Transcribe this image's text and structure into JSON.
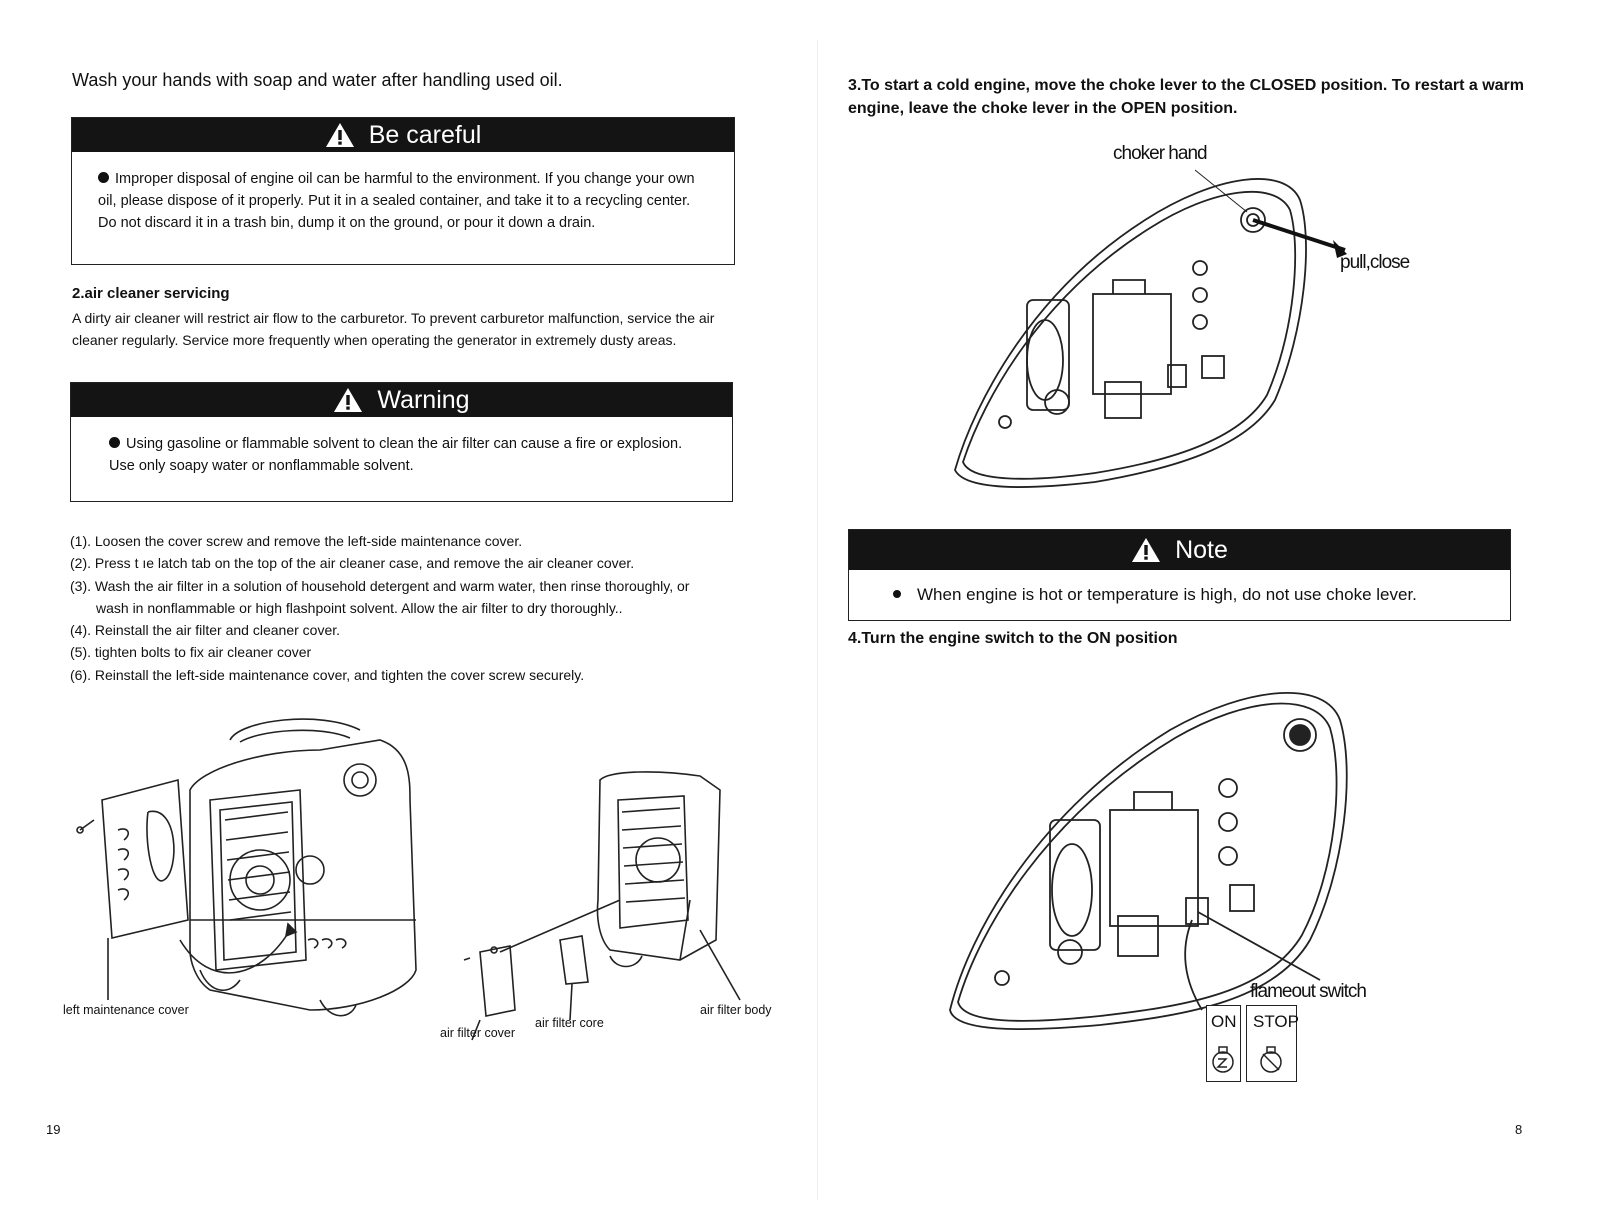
{
  "left_page": {
    "intro": "Wash your hands with soap and water after handling used oil.",
    "careful_box": {
      "title": "Be careful",
      "text": "Improper disposal of engine oil can be harmful to the environment. If you change your own oil, please dispose of it properly. Put it in a sealed container, and take it to a recycling center. Do not discard it in a trash bin, dump it on the ground, or pour it down a drain."
    },
    "section": {
      "title": "2.air cleaner servicing",
      "text": "A dirty air cleaner will restrict air flow to the carburetor. To prevent carburetor malfunction, service the air cleaner regularly. Service more frequently when operating the generator in extremely dusty areas."
    },
    "warning_box": {
      "title": "Warning",
      "line1": "Using gasoline or flammable solvent to clean the air filter can cause a fire or explosion.",
      "line2": "Use only soapy water or nonflammable solvent."
    },
    "steps": [
      "(1).  Loosen the cover screw and remove the left-side maintenance cover.",
      "(2).  Press t ıe latch tab on the top of the air cleaner case, and remove the air cleaner cover.",
      "(3). Wash the air filter in a solution of household detergent and warm water, then rinse thoroughly, or",
      "wash in nonflammable or high flashpoint solvent. Allow the air filter to dry thoroughly..",
      "(4). Reinstall the air filter and cleaner cover.",
      "(5). tighten bolts to fix air cleaner cover",
      "(6). Reinstall the left-side maintenance cover, and tighten the cover screw securely."
    ],
    "figure_labels": {
      "left_cover": "left maintenance cover",
      "filter_cover": "air filter cover",
      "filter_core": "air filter core",
      "filter_body": "air filter body"
    },
    "page_number": "19"
  },
  "right_page": {
    "step3": "3.To start a cold engine, move the choke lever to the CLOSED position. To restart a warm engine, leave the choke lever in the OPEN position.",
    "panel1_labels": {
      "choker": "choker hand",
      "pull": "pull,close"
    },
    "note_box": {
      "title": "Note",
      "text": "When engine is hot or temperature is high, do not use choke lever."
    },
    "step4": "4.Turn the engine switch to the ON position",
    "panel2_labels": {
      "flameout": "flameout switch",
      "on": "ON",
      "stop": "STOP"
    },
    "page_number": "8"
  }
}
